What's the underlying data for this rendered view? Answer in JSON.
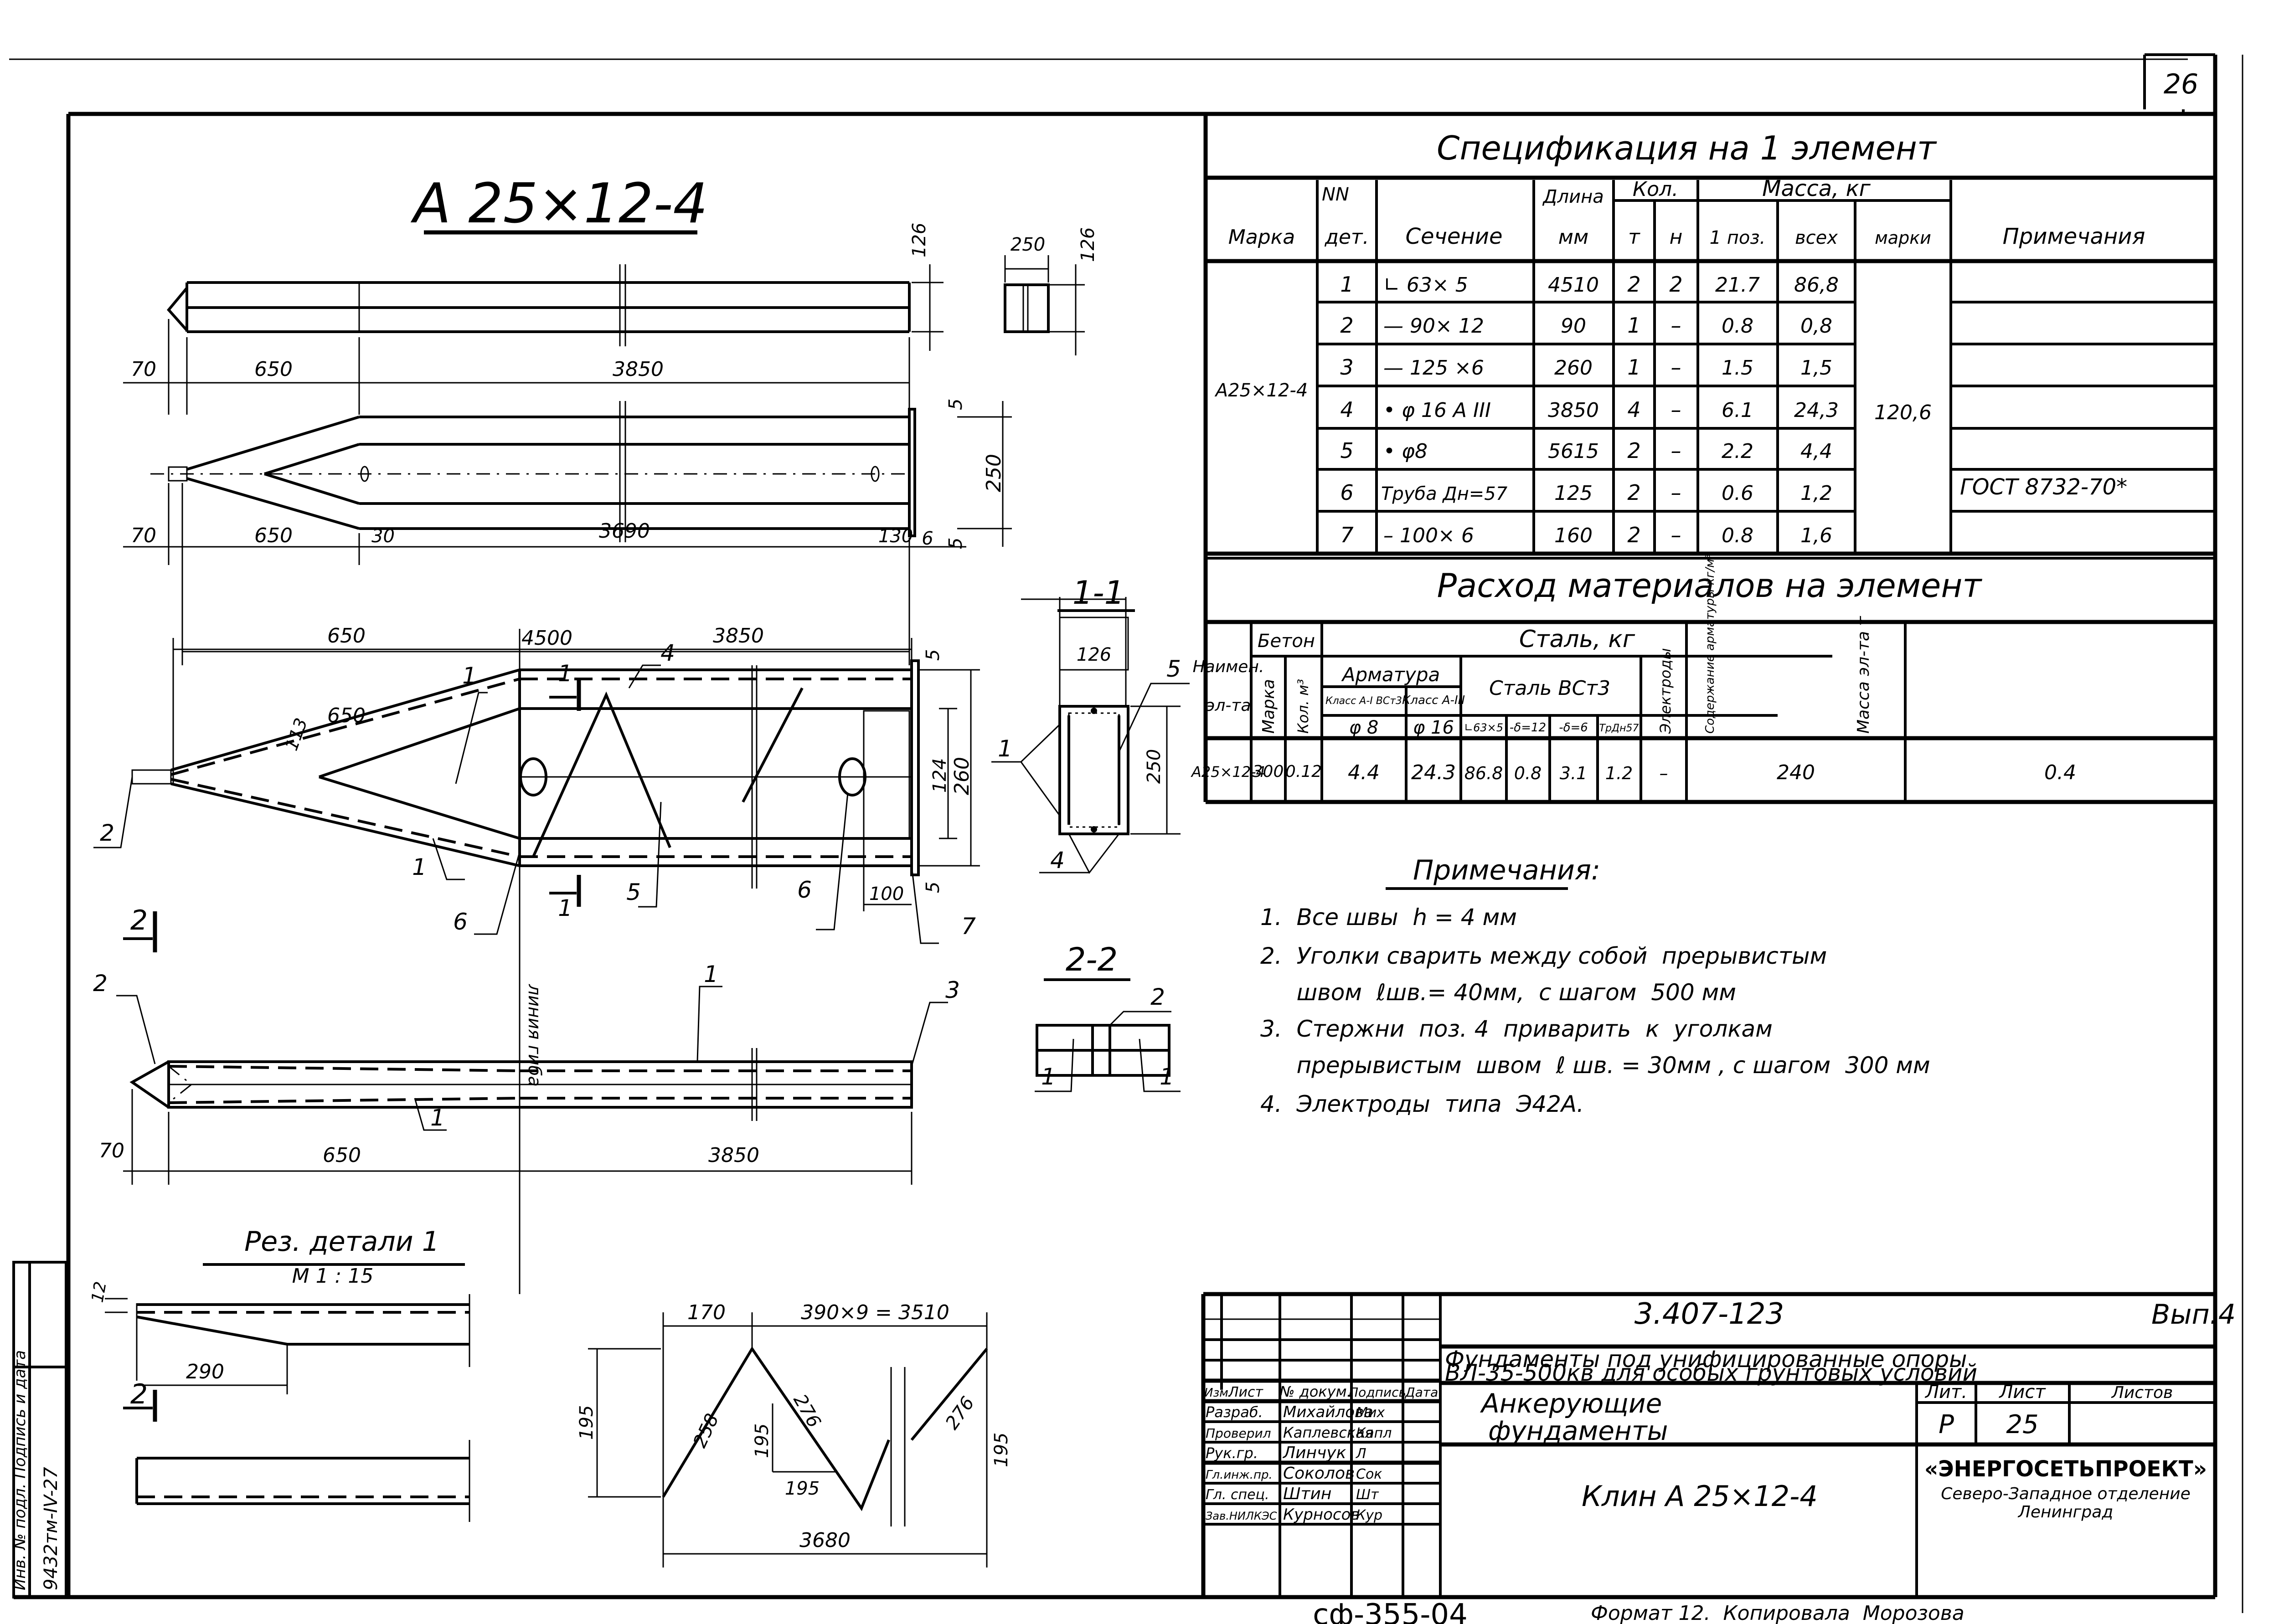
{
  "sheet": {
    "page_number": "26",
    "drawing_title": "А 25×12-4",
    "code_bottom": "сф-355-04",
    "format_note": "Формат 12.  Копировала  Морозова",
    "side_stamp": {
      "label": "Инв. № подл.   Подпись и дата",
      "inv_number": "9432тм-IV-27"
    }
  },
  "views": {
    "top_view": {
      "dims": {
        "tip": "70",
        "taper": "650",
        "body": "3850",
        "height": "126"
      },
      "end_view": {
        "width": "250",
        "height": "126"
      }
    },
    "side_view": {
      "dims": {
        "tip": "70",
        "taper": "650",
        "offset_start": "30",
        "span": "3690",
        "offset_end": "130",
        "plate": "6",
        "total": "4500",
        "width": "250",
        "gap_top": "5",
        "gap_bottom": "5"
      }
    },
    "section_view": {
      "dims": {
        "taper": "650",
        "body": "3850",
        "diag": "650",
        "angle_leg": "113",
        "inner": "124",
        "outer": "260",
        "plate": "100",
        "gap_top": "5",
        "gap_bottom": "5"
      },
      "labels": [
        "1",
        "1",
        "2",
        "4",
        "5",
        "6",
        "6",
        "7"
      ],
      "bend_line": "линия гиба",
      "cut_1": "1",
      "cut_2": "2"
    },
    "bottom_view": {
      "dims": {
        "tip": "70",
        "taper": "650",
        "body": "3850"
      },
      "labels": [
        "2",
        "1",
        "1",
        "3"
      ]
    },
    "section_1_1": {
      "title": "1-1",
      "dims": {
        "width": "126",
        "height": "250"
      },
      "labels": [
        "1",
        "4",
        "5"
      ]
    },
    "section_2_2": {
      "title": "2-2",
      "labels": [
        "2",
        "1",
        "1"
      ]
    },
    "cut_detail": {
      "title": "Рез. детали 1",
      "scale": "М 1 : 15",
      "dims": {
        "tip": "12",
        "length": "290"
      }
    },
    "bar_detail": {
      "dims": {
        "start": "170",
        "pitch": "390×9 = 3510",
        "total": "3680",
        "h_left": "195",
        "h_mid": "195",
        "h_right": "195",
        "seg1": "258",
        "seg2": "276",
        "seg3": "276",
        "run": "195"
      }
    }
  },
  "spec_table": {
    "title": "Спецификация на 1 элемент",
    "headers": {
      "marka": "Марка",
      "nn_top": "NN",
      "nn_bottom": "дет.",
      "section": "Сечение",
      "length_top": "Длина",
      "length_bottom": "мм",
      "qty": "Кол.",
      "qty_t": "т",
      "qty_n": "н",
      "mass": "Масса, кг",
      "mass_one": "1 поз.",
      "mass_all": "всех",
      "mass_marka": "марки",
      "notes": "Примечания"
    },
    "marka": "А25×12-4",
    "mass_total": "120,6",
    "rows": [
      {
        "n": "1",
        "section": "∟ 63× 5",
        "length": "4510",
        "t": "2",
        "h": "2",
        "one": "21.7",
        "all": "86,8",
        "note": ""
      },
      {
        "n": "2",
        "section": "— 90× 12",
        "length": "90",
        "t": "1",
        "h": "–",
        "one": "0.8",
        "all": "0,8",
        "note": ""
      },
      {
        "n": "3",
        "section": "— 125 ×6",
        "length": "260",
        "t": "1",
        "h": "–",
        "one": "1.5",
        "all": "1,5",
        "note": ""
      },
      {
        "n": "4",
        "section": "• φ 16 А III",
        "length": "3850",
        "t": "4",
        "h": "–",
        "one": "6.1",
        "all": "24,3",
        "note": ""
      },
      {
        "n": "5",
        "section": "• φ8",
        "length": "5615",
        "t": "2",
        "h": "–",
        "one": "2.2",
        "all": "4,4",
        "note": ""
      },
      {
        "n": "6",
        "section": "Труба Дн=57",
        "length": "125",
        "t": "2",
        "h": "–",
        "one": "0.6",
        "all": "1,2",
        "note": "ГОСТ 8732-70*"
      },
      {
        "n": "7",
        "section": "– 100× 6",
        "length": "160",
        "t": "2",
        "h": "–",
        "one": "0.8",
        "all": "1,6",
        "note": ""
      }
    ]
  },
  "materials_table": {
    "title": "Расход материалов на элемент",
    "headers": {
      "name_top": "Наимен.",
      "name_bottom": "эл-та",
      "concrete": "Бетон",
      "concrete_mark": "Марка",
      "concrete_vol": "Кол. м³",
      "steel": "Сталь,  кг",
      "rebar": "Арматура",
      "class_a1": "Класс А-I ВСт3",
      "class_a3": "Класс А-III",
      "steel_vst3": "Сталь ВСт3",
      "d8": "φ 8",
      "d16": "φ 16",
      "angle": "∟63×5",
      "plate12": "-δ=12",
      "plate6": "-δ=6",
      "pipe": "ТрДн57",
      "electrodes": "Электроды",
      "rebar_content": "Содержание арматуры кг/м³",
      "mass": "Масса эл-та т"
    },
    "row": {
      "name": "А25×12-4",
      "mark": "300",
      "vol": "0.12",
      "d8": "4.4",
      "d16": "24.3",
      "angle": "86.8",
      "plate12": "0.8",
      "plate6": "3.1",
      "pipe": "1.2",
      "electrodes": "–",
      "content": "240",
      "mass": "0.4"
    }
  },
  "notes": {
    "title": "Примечания:",
    "items": [
      "1.  Все швы  h = 4 мм",
      "2.  Уголки сварить между собой  прерывистым",
      "     швом  ℓшв.= 40мм,  с шагом  500 мм",
      "3.  Стержни  поз. 4  приварить  к  уголкам",
      "     прерывистым  швом  ℓ шв. = 30мм , с шагом  300 мм",
      "4.  Электроды  типа  Э42А."
    ]
  },
  "title_block": {
    "doc_code": "3.407-123",
    "issue": "Вып.4",
    "project_title_1": "Фундаменты под унифицированные опоры",
    "project_title_2": "ВЛ-35-500кв для особых грунтовых условий",
    "headers": {
      "izm": "Изм.",
      "list": "Лист",
      "doc_no": "№ докум.",
      "signature": "Подпись",
      "date": "Дата"
    },
    "roles": [
      {
        "role": "Разраб.",
        "name": "Михайлова",
        "sig": "Мих"
      },
      {
        "role": "Проверил",
        "name": "Каплевская",
        "sig": "Капл"
      },
      {
        "role": "Рук.гр.",
        "name": "Линчук",
        "sig": "Л"
      },
      {
        "role": "Гл.инж.пр.",
        "name": "Соколов",
        "sig": "Сок"
      },
      {
        "role": "Гл. спец.",
        "name": "Штин",
        "sig": "Шт"
      },
      {
        "role": "Зав.НИЛКЭС",
        "name": "Курносов",
        "sig": "Кур"
      }
    ],
    "subject_1": "Анкерующие",
    "subject_2": "фундаменты",
    "lit_label": "Лит.",
    "sheet_label": "Лист",
    "sheets_label": "Листов",
    "lit_value": "Р",
    "sheet_value": "25",
    "sheets_value": "",
    "item_name": "Клин  А 25×12-4",
    "org_name": "«ЭНЕРГОСЕТЬПРОЕКТ»",
    "org_branch": "Северо-Западное отделение",
    "org_city": "Ленинград"
  }
}
